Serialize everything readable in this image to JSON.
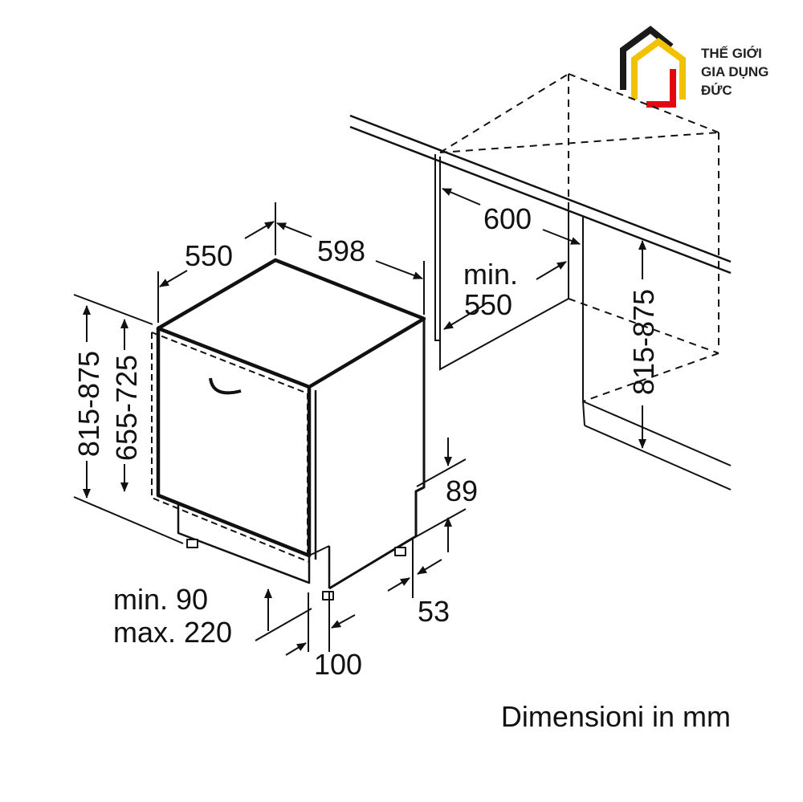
{
  "logo": {
    "line1": "THẾ GIỚI",
    "line2": "GIA DỤNG",
    "line3": "ĐỨC",
    "colors": {
      "dark": "#1a1a1a",
      "yellow": "#f2c200",
      "red": "#e30613"
    }
  },
  "dimensions": {
    "depth": "550",
    "width": "598",
    "height_total": "815-875",
    "height_door": "655-725",
    "niche_width": "600",
    "niche_min_label": "min.",
    "niche_min_value": "550",
    "niche_height": "815-875",
    "plinth_top": "89",
    "plinth_offset": "53",
    "plinth_min": "min. 90",
    "plinth_max": "max. 220",
    "plinth_depth": "100"
  },
  "caption": "Dimensioni in mm"
}
